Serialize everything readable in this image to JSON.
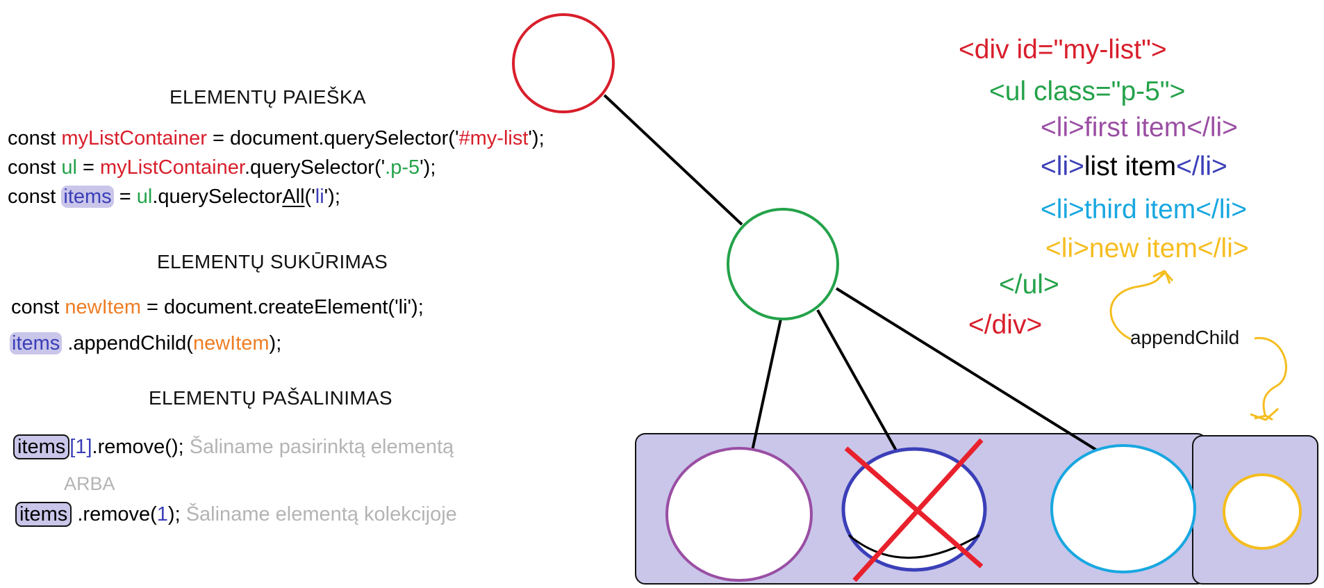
{
  "sections": {
    "search": {
      "heading": "ELEMENTŲ PAIEŠKA",
      "line1": {
        "kw": "const ",
        "var": "myListContainer",
        "mid": " = document.querySelector('",
        "arg": "#my-list",
        "end": "');"
      },
      "line2": {
        "kw": "const ",
        "var": "ul",
        "mid1": " = ",
        "obj": "myListContainer",
        "mid2": ".querySelector('",
        "arg": ".p-5",
        "end": "');"
      },
      "line3": {
        "kw": "const ",
        "var": "items",
        "mid1": " = ",
        "obj": "ul",
        "mid2": ".querySelector",
        "all": "All",
        "open": "('",
        "arg": "li",
        "end": "');"
      }
    },
    "create": {
      "heading": "ELEMENTŲ SUKŪRIMAS",
      "line1": {
        "kw": "const ",
        "var": "newItem",
        "mid": " = document.createElement('li');"
      },
      "line2": {
        "obj": "items",
        "mid": " .appendChild(",
        "arg": "newItem",
        "end": ");"
      }
    },
    "remove": {
      "heading": "ELEMENTŲ PAŠALINIMAS",
      "line1": {
        "obj": "items",
        "idx": "[1]",
        "mid": ".remove();",
        "comment": "Šaliname pasirinktą elementą"
      },
      "or": "ARBA",
      "line2": {
        "obj": "items",
        "mid1": " .remove(",
        "idx": "1",
        "end": ");",
        "comment": "Šaliname elementą kolekcijoje"
      }
    }
  },
  "html_structure": {
    "div_open": "<div id=\"my-list\">",
    "ul_open": "<ul class=\"p-5\">",
    "li1": "<li>first item</li>",
    "li2": {
      "open": "<li>",
      "text": "list item",
      "close": "</li>"
    },
    "li3": "<li>third item</li>",
    "li4": "<li>new item</li>",
    "ul_close": "</ul>",
    "div_close": "</div>"
  },
  "annotation": {
    "append_label": "appendChild"
  },
  "colors": {
    "div": "#d81e2b",
    "ul": "#24a24a",
    "li_first": "#9a4ea3",
    "li_list": "#3b3fb8",
    "li_third": "#18a7e0",
    "li_new": "#f5bd1f",
    "collection_fill": "#c9c6ea",
    "remove_cross": "#e8212c",
    "comment": "#b4b4b4"
  }
}
